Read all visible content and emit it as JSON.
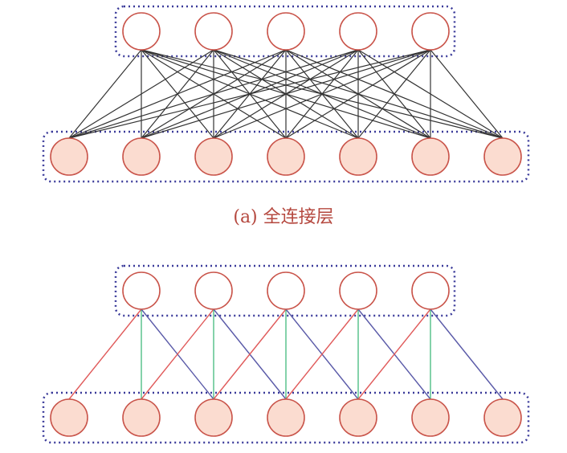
{
  "colors": {
    "background": "#ffffff",
    "input_fill": "#fbdcd0",
    "node_stroke": "#c9544a",
    "output_fill": "#ffffff",
    "group_border": "#3b3b9a",
    "fc_edge": "#333333",
    "edge_left": "#e05a5a",
    "edge_center": "#4fbf86",
    "edge_right": "#5a5aa8",
    "caption": "#b5483f"
  },
  "diagrams": [
    {
      "id": "a",
      "caption": "(a) 全连接层",
      "output_count": 5,
      "input_count": 7,
      "connection": "full"
    },
    {
      "id": "b",
      "caption": "",
      "output_count": 5,
      "input_count": 7,
      "connection": "local",
      "kernel": [
        "left",
        "center",
        "right"
      ]
    }
  ]
}
